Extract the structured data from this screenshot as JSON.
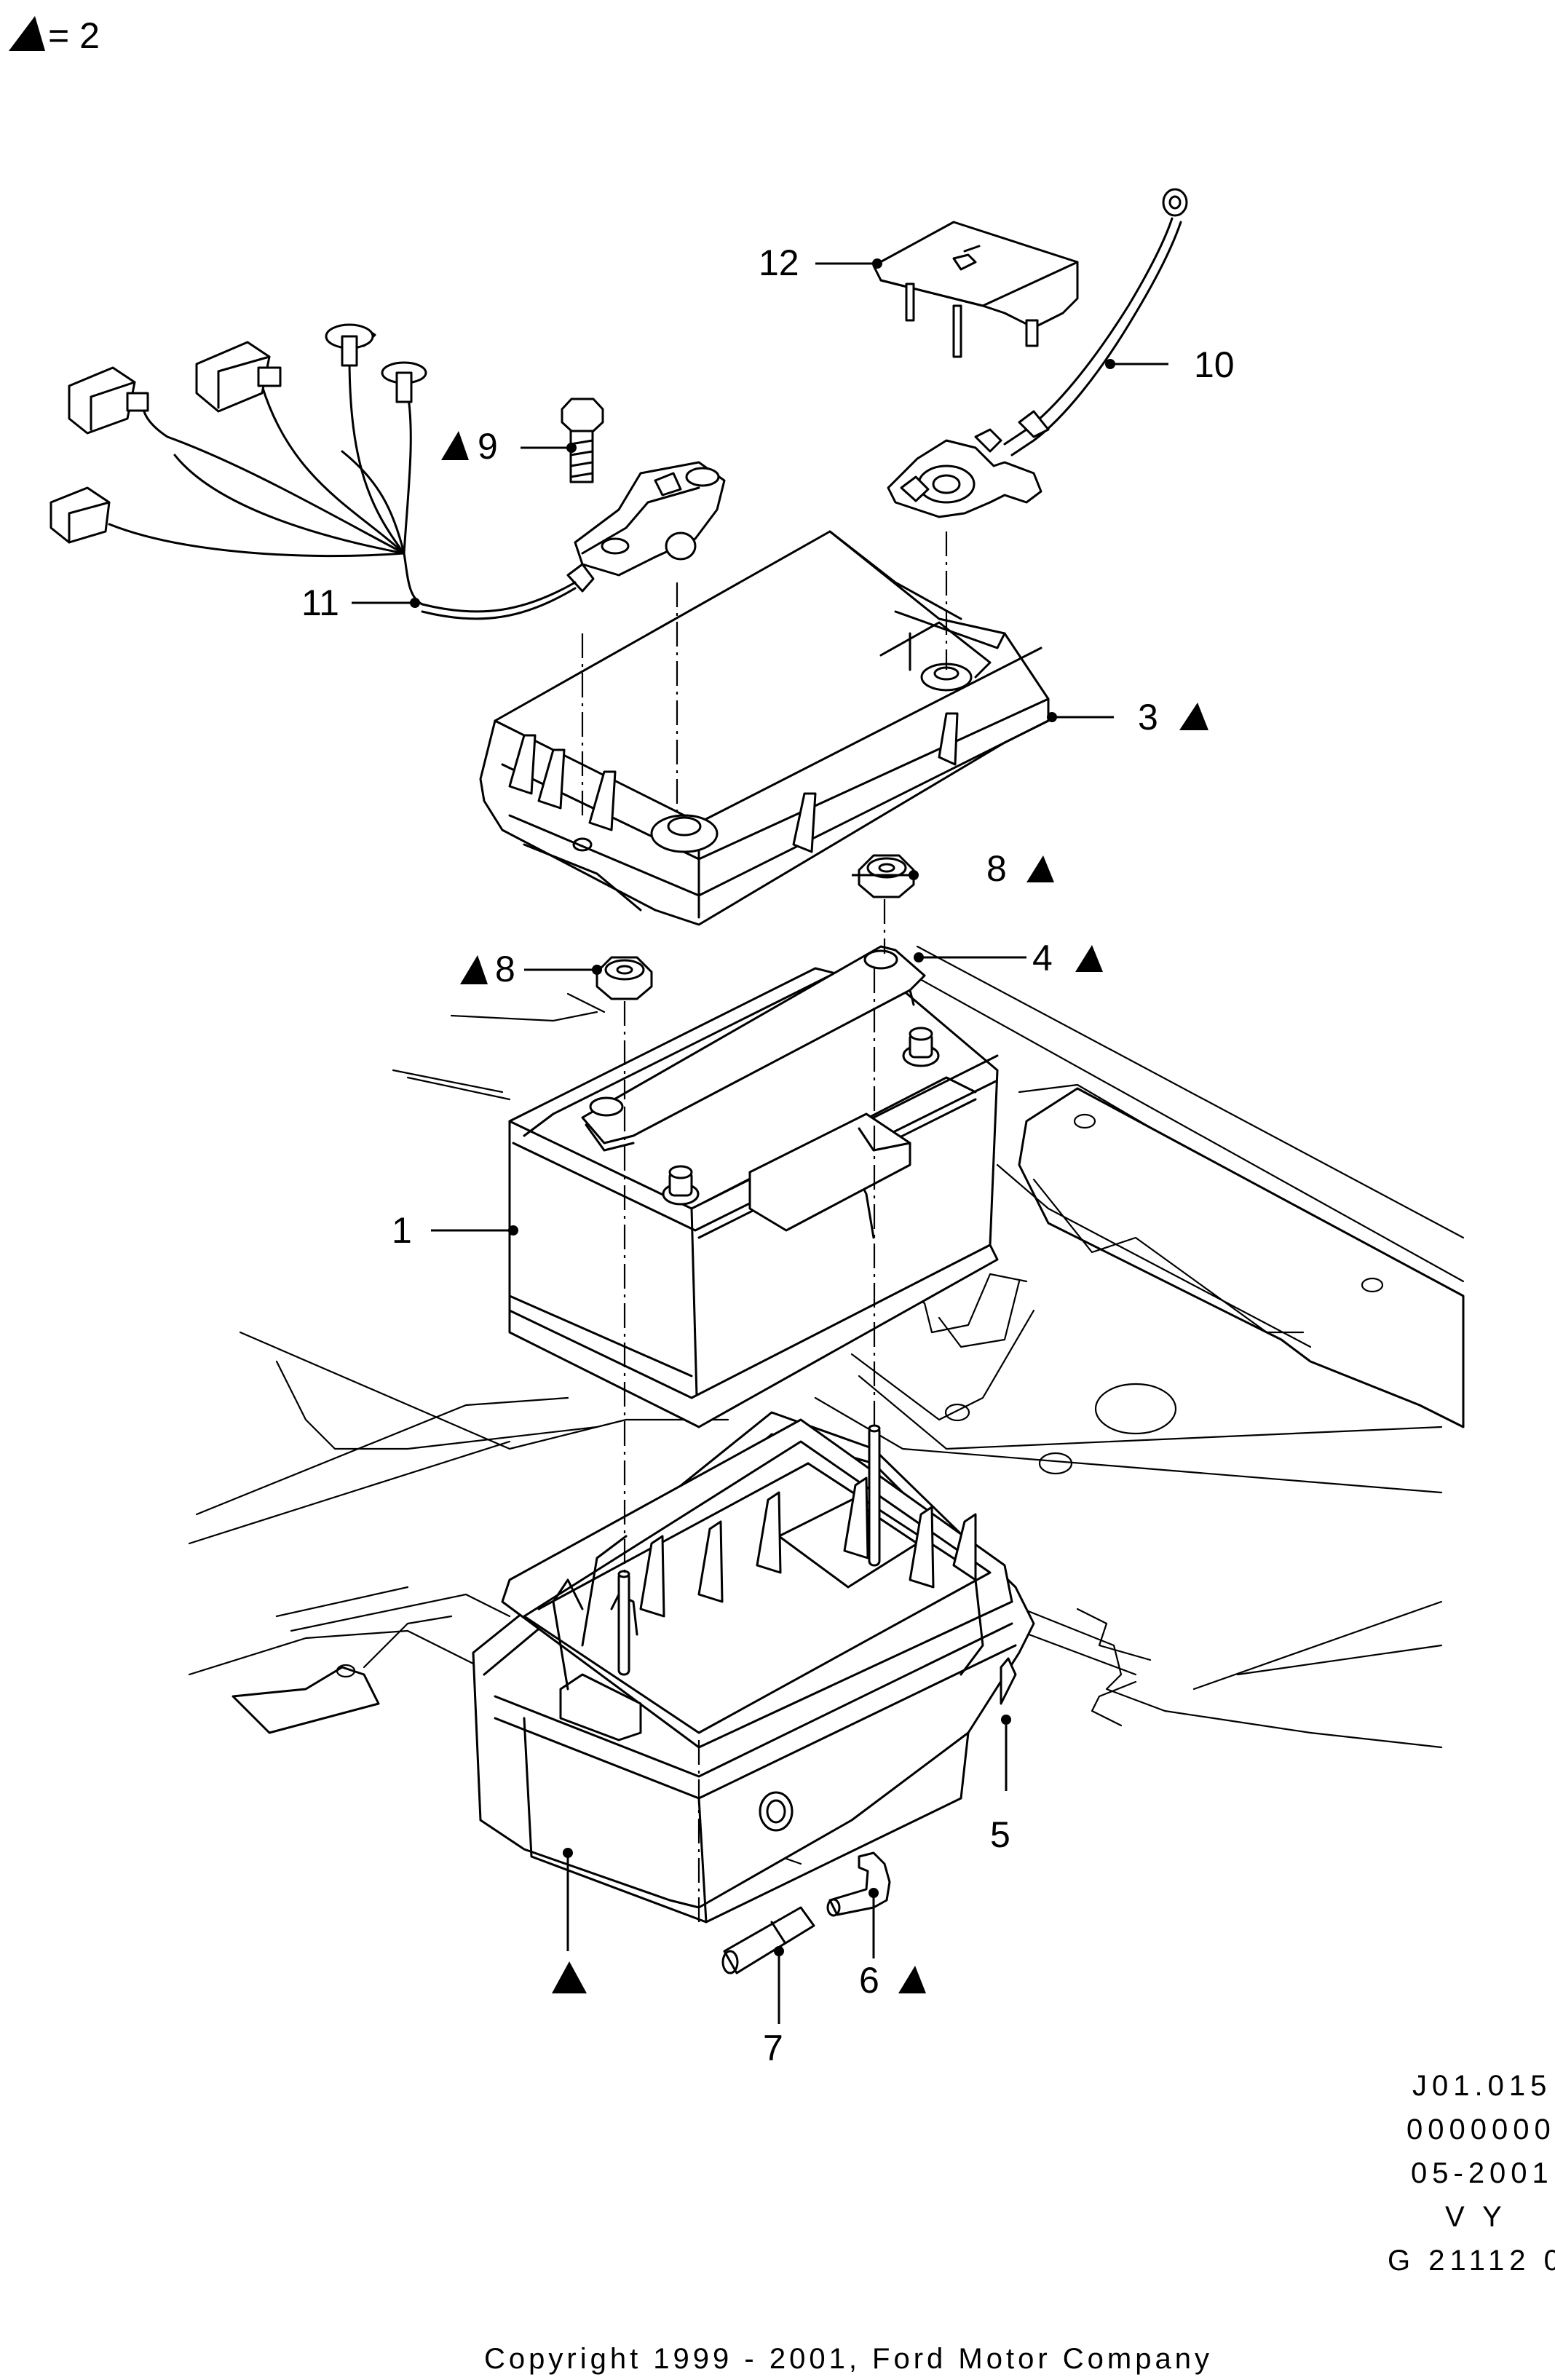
{
  "legend": {
    "symbol": "filled-triangle-icon",
    "text": "= 2"
  },
  "callouts": {
    "c1": "1",
    "c3": "3",
    "c4": "4",
    "c5": "5",
    "c6": "6",
    "c7": "7",
    "c8a": "8",
    "c8b": "8",
    "c9": "9",
    "c10": "10",
    "c11": "11",
    "c12": "12"
  },
  "parts_named_by_drawing": [
    "battery",
    "battery-cover",
    "hold-down-clamp",
    "battery-tray",
    "vent-elbow",
    "vent-tube",
    "clamp-nut",
    "terminal-bolt",
    "negative-cable",
    "positive-wiring-harness",
    "terminal-cap"
  ],
  "info_block": {
    "line1": "J01.015",
    "line2": "0000000",
    "line3": "05-2001",
    "line4": "V Y",
    "line5": "G 21112 0"
  },
  "copyright": "Copyright 1999 - 2001, Ford Motor Company"
}
